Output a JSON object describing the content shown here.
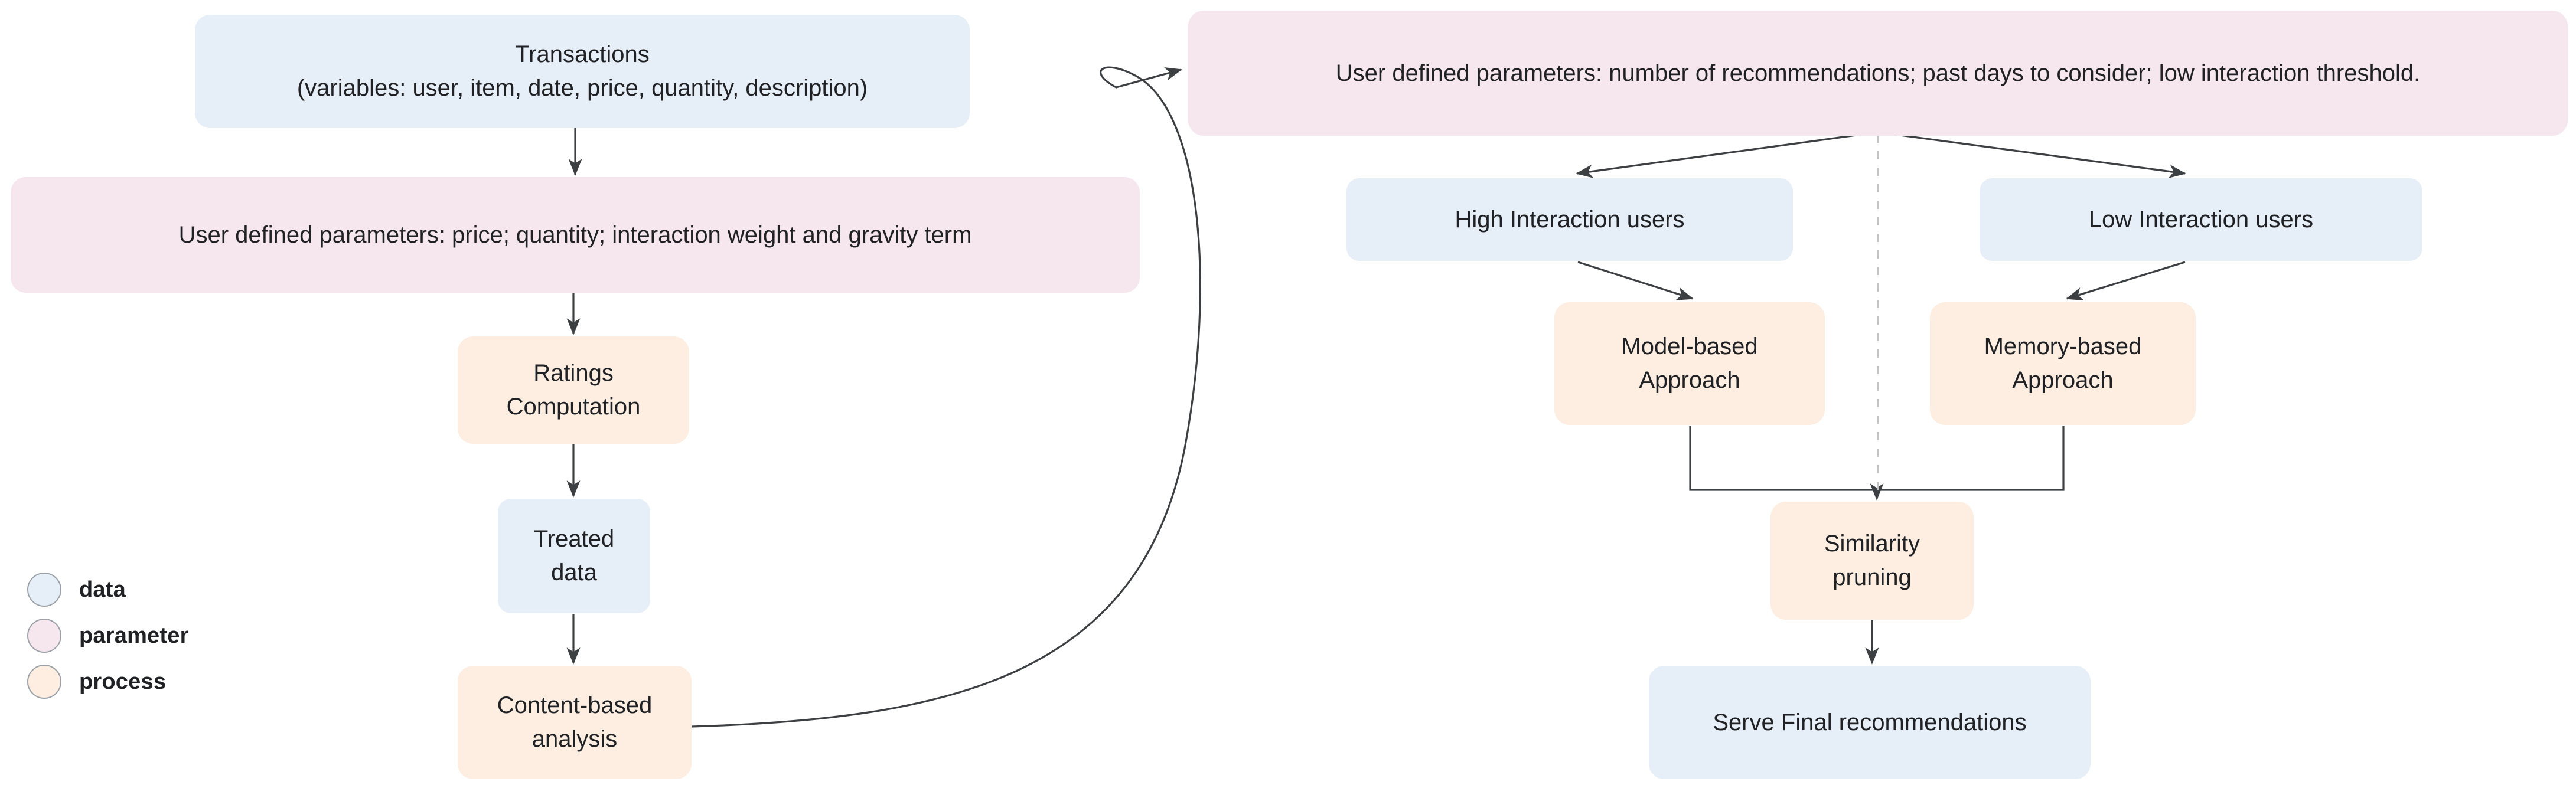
{
  "diagram": {
    "title": "Recommender system pipeline flowchart",
    "colors": {
      "data": "#e6eef8",
      "parameter": "#f6e7ef",
      "process": "#fdeee1",
      "edge": "#3c4043",
      "dashed_divider": "#bdbdbd",
      "text": "#202124",
      "background": "#ffffff"
    }
  },
  "left_flow": {
    "transactions": "Transactions\n(variables: user, item, date, price, quantity, description)",
    "user_parameters": "User defined parameters: price; quantity; interaction weight and gravity term",
    "ratings_computation": "Ratings\nComputation",
    "treated_data": "Treated\ndata",
    "content_based_analysis": "Content-based\nanalysis"
  },
  "right_flow": {
    "user_parameters": "User defined parameters: number of recommendations; past days to consider; low interaction threshold.",
    "high_interaction_users": "High Interaction users",
    "low_interaction_users": "Low Interaction users",
    "model_based_approach": "Model-based\nApproach",
    "memory_based_approach": "Memory-based\nApproach",
    "similarity_pruning": "Similarity\npruning",
    "serve_final_recommendations": "Serve Final recommendations"
  },
  "legend": {
    "items": [
      {
        "label": "data",
        "color": "#e6eef8"
      },
      {
        "label": "parameter",
        "color": "#f6e7ef"
      },
      {
        "label": "process",
        "color": "#fdeee1"
      }
    ]
  }
}
